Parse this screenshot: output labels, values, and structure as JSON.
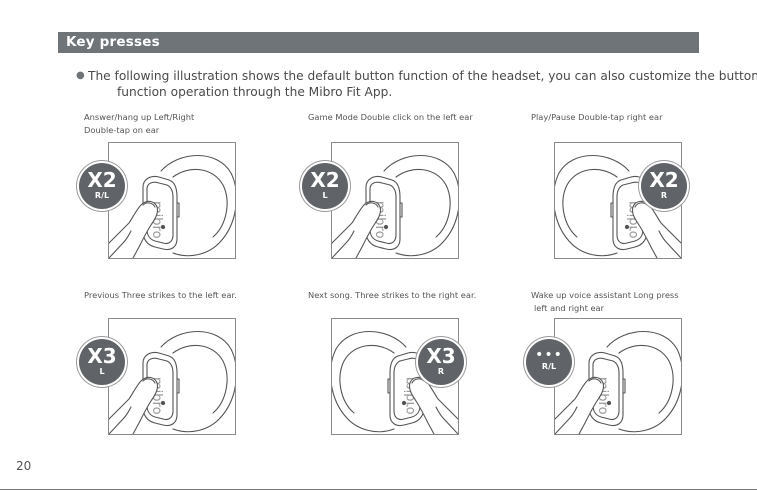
{
  "header": {
    "title": "Key presses"
  },
  "intro": {
    "bullet": "●",
    "line1": "The following illustration shows the default button function of the headset, you can also customize the button",
    "line2": "function operation through the Mibro Fit App."
  },
  "captions": {
    "answer_line1": "Answer/hang up Left/Right",
    "answer_line2": "Double-tap on ear",
    "game": "Game Mode Double click on the left ear",
    "play": "Play/Pause Double-tap right ear",
    "previous": "Previous Three strikes to the left ear.",
    "next": "Next song. Three strikes to the right ear.",
    "wake_line1": "Wake up voice assistant Long press",
    "wake_line2": "left and right ear"
  },
  "badges": {
    "answer": {
      "count": "X2",
      "side": "R/L"
    },
    "game": {
      "count": "X2",
      "side": "L"
    },
    "play": {
      "count": "X2",
      "side": "R"
    },
    "previous": {
      "count": "X3",
      "side": "L"
    },
    "next": {
      "count": "X3",
      "side": "R"
    },
    "wake": {
      "count": "•••",
      "side": "R/L"
    }
  },
  "brand": "mibro",
  "page_number": "20",
  "icons": [
    "earbud-illustration",
    "finger-illustration",
    "press-count-badge"
  ],
  "colors": {
    "header_bg": "#6f7479",
    "badge_bg": "#606468",
    "text": "#555555"
  }
}
